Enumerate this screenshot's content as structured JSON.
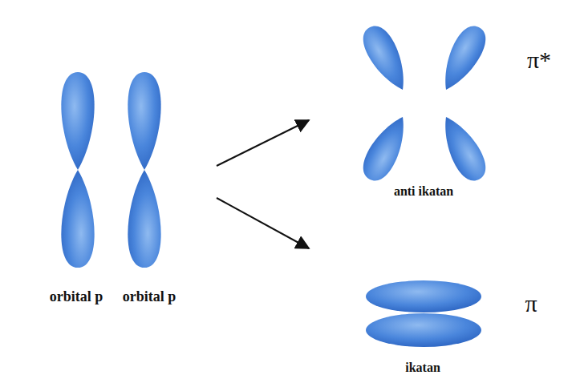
{
  "diagram": {
    "labels": [
      "orbital p",
      "orbital p",
      "anti ikatan",
      "π*",
      "ikatan",
      "π"
    ]
  }
}
